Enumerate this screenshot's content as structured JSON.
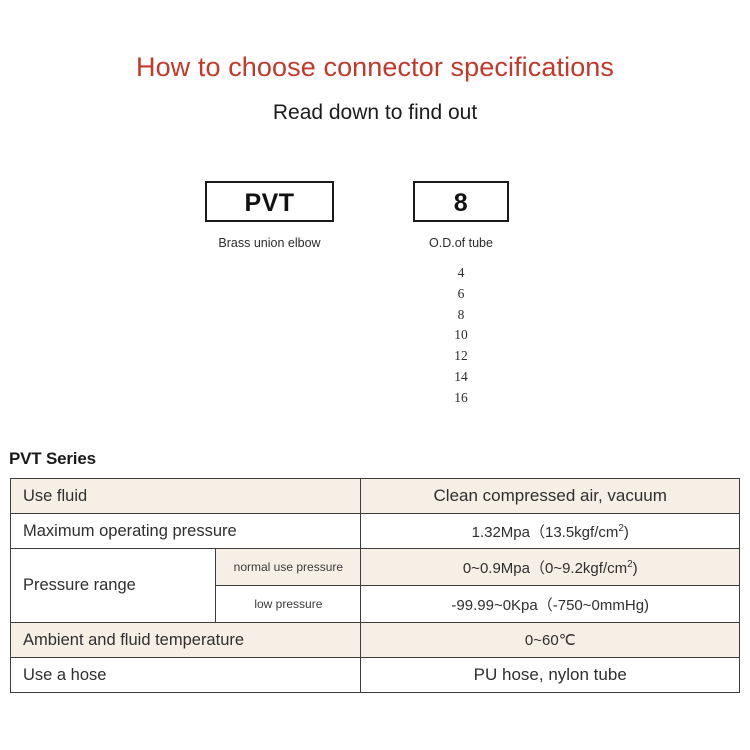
{
  "header": {
    "title": "How to choose connector specifications",
    "subtitle": "Read down to find out",
    "title_color": "#c0392b"
  },
  "selector": {
    "series": {
      "code": "PVT",
      "caption": "Brass union elbow"
    },
    "size": {
      "code": "8",
      "caption": "O.D.of tube",
      "options": [
        "4",
        "6",
        "8",
        "10",
        "12",
        "14",
        "16"
      ]
    }
  },
  "spec": {
    "series_label": "PVT Series",
    "tint_color": "#f6efe6",
    "rows": [
      {
        "label": "Use fluid",
        "value": "Clean compressed air, vacuum",
        "tinted": true
      },
      {
        "label": "Maximum operating pressure",
        "value_pre": "1.32Mpa（13.5kgf/cm",
        "value_sup": "2",
        "value_post": ")",
        "tinted": false
      },
      {
        "label": "Pressure range",
        "sub_rows": [
          {
            "sub_label": "normal use pressure",
            "value_pre": "0~0.9Mpa（0~9.2kgf/cm",
            "value_sup": "2",
            "value_post": ")",
            "tinted": true
          },
          {
            "sub_label": "low pressure",
            "value": "-99.99~0Kpa（-750~0mmHg)",
            "tinted": false
          }
        ]
      },
      {
        "label": "Ambient and fluid temperature",
        "value": "0~60℃",
        "tinted": true
      },
      {
        "label": "Use a hose",
        "value": "PU hose, nylon tube",
        "tinted": false
      }
    ]
  }
}
